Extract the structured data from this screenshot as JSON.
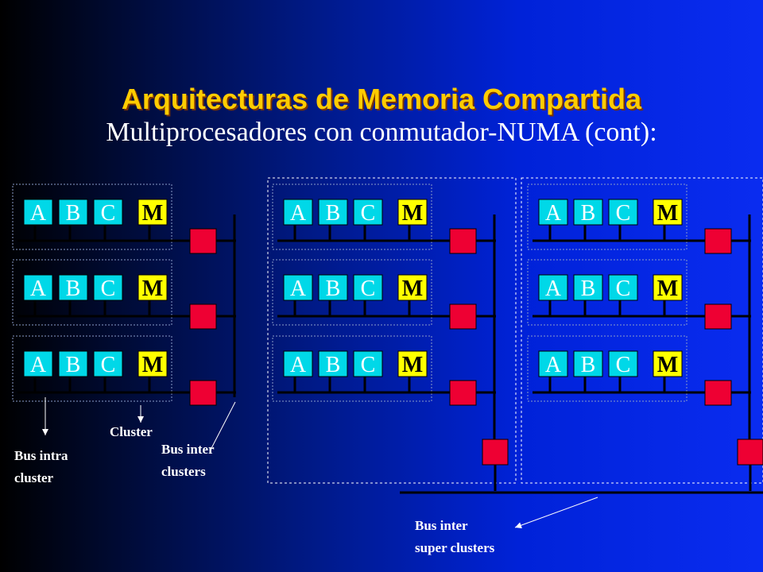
{
  "slide": {
    "title": "Arquitecturas de Memoria Compartida",
    "subtitle": "Multiprocesadores con conmutador-NUMA (cont):"
  },
  "diagram": {
    "processor_labels": [
      "A",
      "B",
      "C"
    ],
    "memory_label": "M",
    "super_clusters": 3,
    "clusters_per_super_cluster": 3
  },
  "labels": {
    "bus_intra_cluster": [
      "Bus intra",
      "cluster"
    ],
    "cluster": "Cluster",
    "bus_inter_clusters": [
      "Bus inter",
      "clusters"
    ],
    "bus_inter_super_clusters": [
      "Bus inter",
      "super clusters"
    ]
  },
  "colors": {
    "processor": "#00d8e8",
    "memory": "#ffff00",
    "switch": "#ee0033",
    "title": "#ffcc00",
    "text": "#ffffff"
  }
}
